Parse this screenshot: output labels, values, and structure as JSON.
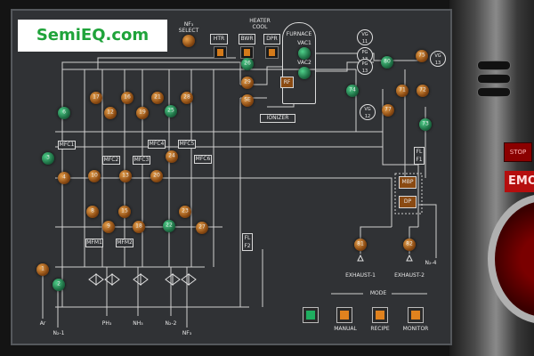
{
  "logo": "SemiEQ.com",
  "switches": {
    "nf3_select": "NF₃\nSELECT",
    "heater_cool": "HEATER\nCOOL",
    "htr": "HTR",
    "bwr": "BWR",
    "dpr": "DPR"
  },
  "furnace": {
    "title": "FURNACE",
    "vac1": "VAC1",
    "vac2": "VAC2",
    "rf": "RF"
  },
  "ionizer": "IONIZER",
  "mfc": [
    "MFC1",
    "MFC2",
    "MFC3",
    "MFC4",
    "MFC5",
    "MFC6"
  ],
  "mfm": [
    "MFM1",
    "MFM2"
  ],
  "filters": [
    {
      "l1": "FL",
      "l2": "F1"
    },
    {
      "l1": "FL",
      "l2": "F2"
    }
  ],
  "pumps": {
    "mbp": "MBP",
    "dp": "DP"
  },
  "gauges": [
    {
      "l1": "VG",
      "l2": "11"
    },
    {
      "l1": "PG",
      "l2": "13"
    },
    {
      "l1": "PG",
      "l2": "13"
    },
    {
      "l1": "VG",
      "l2": "13"
    },
    {
      "l1": "VG",
      "l2": "12"
    }
  ],
  "valves": [
    {
      "n": "17",
      "c": "amber"
    },
    {
      "n": "12",
      "c": "amber"
    },
    {
      "n": "16",
      "c": "amber"
    },
    {
      "n": "19",
      "c": "amber"
    },
    {
      "n": "21",
      "c": "amber"
    },
    {
      "n": "25",
      "c": "green"
    },
    {
      "n": "28",
      "c": "amber"
    },
    {
      "n": "26",
      "c": "green"
    },
    {
      "n": "29",
      "c": "amber"
    },
    {
      "n": "SE",
      "c": "amber"
    },
    {
      "n": "6",
      "c": "green"
    },
    {
      "n": "3",
      "c": "green"
    },
    {
      "n": "4",
      "c": "amber"
    },
    {
      "n": "10",
      "c": "amber"
    },
    {
      "n": "13",
      "c": "amber"
    },
    {
      "n": "20",
      "c": "amber"
    },
    {
      "n": "24",
      "c": "amber"
    },
    {
      "n": "8",
      "c": "amber"
    },
    {
      "n": "9",
      "c": "amber"
    },
    {
      "n": "15",
      "c": "amber"
    },
    {
      "n": "18",
      "c": "amber"
    },
    {
      "n": "22",
      "c": "green"
    },
    {
      "n": "23",
      "c": "amber"
    },
    {
      "n": "27",
      "c": "amber"
    },
    {
      "n": "1",
      "c": "amber"
    },
    {
      "n": "2",
      "c": "green"
    },
    {
      "n": "74",
      "c": "green"
    },
    {
      "n": "71",
      "c": "amber"
    },
    {
      "n": "72",
      "c": "amber"
    },
    {
      "n": "77",
      "c": "amber"
    },
    {
      "n": "73",
      "c": "green"
    },
    {
      "n": "80",
      "c": "green"
    },
    {
      "n": "75",
      "c": "amber"
    },
    {
      "n": "81",
      "c": "amber"
    },
    {
      "n": "82",
      "c": "amber"
    }
  ],
  "exhaust": [
    "EXHAUST-1",
    "EXHAUST-2"
  ],
  "gas_inlets": [
    "Ar",
    "N₂-1",
    "PH₃",
    "NH₃",
    "N₂-2",
    "NF₃",
    "N₂-4"
  ],
  "mode": {
    "title": "MODE",
    "buttons": [
      {
        "label": "MANUAL",
        "color": "amber"
      },
      {
        "label": "RECIPE",
        "color": "amber"
      },
      {
        "label": "MONITOR",
        "color": "amber"
      }
    ],
    "status_color": "green"
  },
  "machine": {
    "stop": "STOP",
    "emo": "EMO"
  }
}
